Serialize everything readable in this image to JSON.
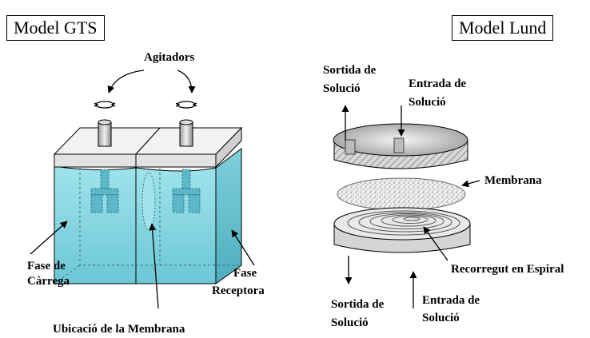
{
  "gts": {
    "title": "Model GTS",
    "agitators": "Agitadors",
    "load_phase": [
      "Fase de",
      "Càrrega"
    ],
    "receptor_phase": [
      "Fase",
      "Receptora"
    ],
    "membrane_location": "Ubicació de la Membrana"
  },
  "lund": {
    "title": "Model Lund",
    "top_outlet": [
      "Sortida de",
      "Solució"
    ],
    "top_inlet": [
      "Entrada de",
      "Solució"
    ],
    "membrane": "Membrana",
    "spiral": "Recorregut en Espiral",
    "bottom_outlet": [
      "Sortida de",
      "Solució"
    ],
    "bottom_inlet": [
      "Entrada de",
      "Solució"
    ]
  },
  "colors": {
    "water": "#7fd3df",
    "water_dark": "#4fb3c4",
    "lid": "#f4f4f4",
    "steel": "#c8c8c8"
  }
}
